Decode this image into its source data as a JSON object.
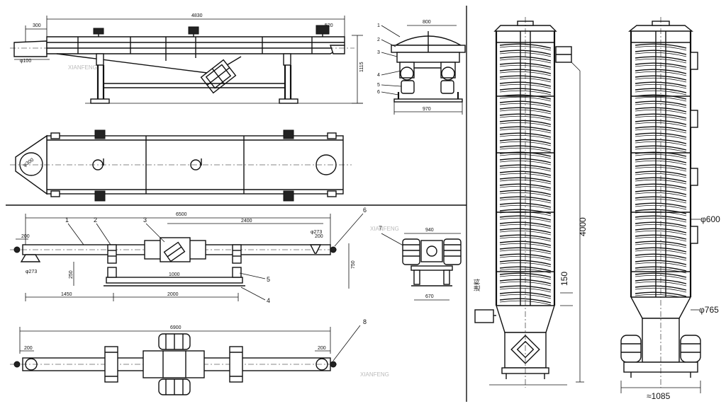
{
  "top_left": {
    "dims": {
      "length": "4830",
      "left_ext": "300",
      "inlet_dia": "φ100",
      "right_offset": "520",
      "height": "1115"
    },
    "top_view": {
      "circle_dia": "φ300"
    }
  },
  "top_end_view": {
    "dims": {
      "top": "800",
      "bottom": "970"
    },
    "callouts": [
      "1",
      "2",
      "3",
      "4",
      "5",
      "6"
    ]
  },
  "bottom_left": {
    "dims": {
      "total": "6500",
      "left": "200",
      "right": "200",
      "center": "2400",
      "left_seg": "1450",
      "mid_seg": "2000",
      "motor": "1000",
      "height": "750",
      "leg": "250",
      "small_l": "φ273",
      "small_r": "φ273"
    },
    "callouts": [
      "1",
      "2",
      "3",
      "4",
      "5",
      "6",
      "7",
      "8"
    ]
  },
  "bottom_end_view": {
    "dims": {
      "top": "940",
      "bottom": "670"
    }
  },
  "bottom_plan": {
    "dims": {
      "total": "6900",
      "left": "200",
      "right": "200"
    }
  },
  "tower_left": {
    "dims": {
      "height": "4000",
      "base": "150"
    },
    "side_label": "进料"
  },
  "tower_right": {
    "dims": {
      "dia_top": "φ600",
      "dia_bottom": "φ765",
      "width": "≈1085"
    }
  },
  "watermark": "XIANFENG"
}
